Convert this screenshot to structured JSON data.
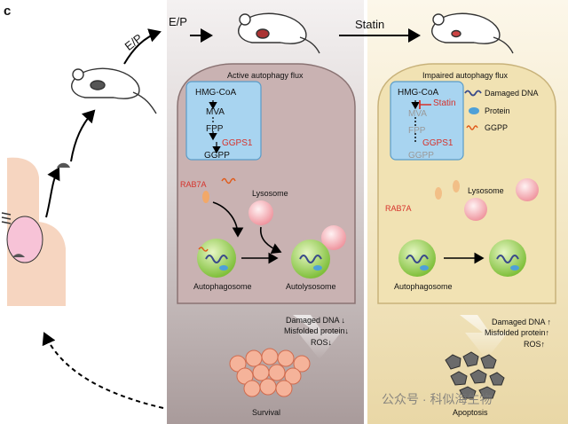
{
  "panel_letter": "c",
  "arrows": {
    "ep_diagonal": "E/P",
    "ep_top": "E/P",
    "statin": "Statin"
  },
  "left": {
    "title": "Active autophagy flux",
    "pathway": [
      "HMG-CoA",
      "MVA",
      "FPP",
      "GGPS1",
      "GGPP"
    ],
    "rab7a": "RAB7A",
    "lysosome": "Lysosome",
    "autophagosome": "Autophagosome",
    "autolysosome": "Autolysosome",
    "effects": [
      "Damaged DNA",
      "Misfolded protein",
      "ROS"
    ],
    "outcome": "Survival"
  },
  "right": {
    "title": "Impaired autophagy flux",
    "pathway": [
      "HMG-CoA",
      "MVA",
      "FPP",
      "GGPS1",
      "GGPP"
    ],
    "statin_label": "Statin",
    "legend": [
      "Damaged DNA",
      "Protein",
      "GGPP"
    ],
    "rab7a": "RAB7A",
    "lysosome": "Lysosome",
    "autophagosome": "Autophagosome",
    "effects": [
      "Damaged DNA",
      "Misfolded protein",
      "ROS"
    ],
    "outcome": "Apoptosis"
  },
  "effect_arrows": {
    "down": "↓",
    "up": "↑"
  },
  "watermark": "公众号 · 科似海生物",
  "colors": {
    "red": "#d6322b",
    "cell_green": "#9bd04a",
    "box_blue": "#a8d4f0",
    "pink": "#f0a6ae"
  }
}
